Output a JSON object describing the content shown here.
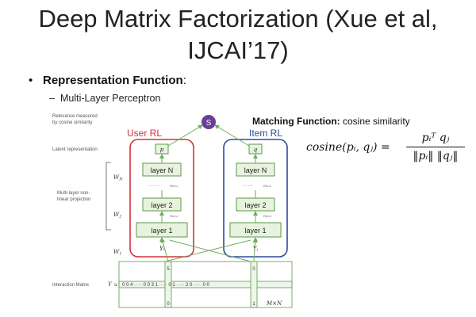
{
  "slide": {
    "title_line1": "Deep Matrix Factorization (Xue et al,",
    "title_line2": "IJCAI’17)",
    "bullet_bold": "Representation Function",
    "bullet_rest": ":",
    "sub_item": "Multi-Layer Perceptron"
  },
  "matching": {
    "label_bold": "Matching Function:",
    "label_rest": " cosine similarity",
    "formula_lhs": "cosine(pᵢ, qⱼ) =",
    "formula_num": "pᵢᵀ qⱼ",
    "formula_den": "‖pᵢ‖ ‖qⱼ‖"
  },
  "diagram": {
    "side_labels": {
      "relevance_line1": "Relevance measured",
      "relevance_line2": "by cosine similarity",
      "latent": "Latent representation",
      "mlp_line1": "Multi-layer non-",
      "mlp_line2": "linear projection",
      "interaction": "Interaction Matrix",
      "interaction_symbol": "Y"
    },
    "weights": {
      "wn": "W",
      "wn_sub": "N",
      "w2": "W",
      "w2_sub": "2",
      "w1": "W",
      "w1_sub": "1"
    },
    "user": {
      "title": "User RL",
      "latent": "p",
      "layer_n": "layer N",
      "layer_2": "layer 2",
      "layer_1": "layer 1",
      "input": "Yᵢ",
      "relu": "ReLU"
    },
    "item": {
      "title": "Item RL",
      "latent": "q",
      "layer_n": "layer N",
      "layer_2": "layer 2",
      "layer_1": "layer 1",
      "input": "Yⱼ",
      "relu": "ReLU"
    },
    "score": "S",
    "matrix": {
      "row_values": "0 0 4 ····· 0 0 3 1 ····· 0 1 ····· 2 0 ····· 0 0",
      "col1_top": "5",
      "col1_bottom": "0",
      "col2_top": "0",
      "col2_bottom": "1",
      "row_marker": "u",
      "size_label": "M×N"
    },
    "colors": {
      "user": "#d2323c",
      "item": "#2d4aa0",
      "layer_border": "#5a9a4a",
      "layer_fill": "#e8f3df",
      "score_fill": "#6a3d9a",
      "arrow": "#6fae5a"
    }
  }
}
